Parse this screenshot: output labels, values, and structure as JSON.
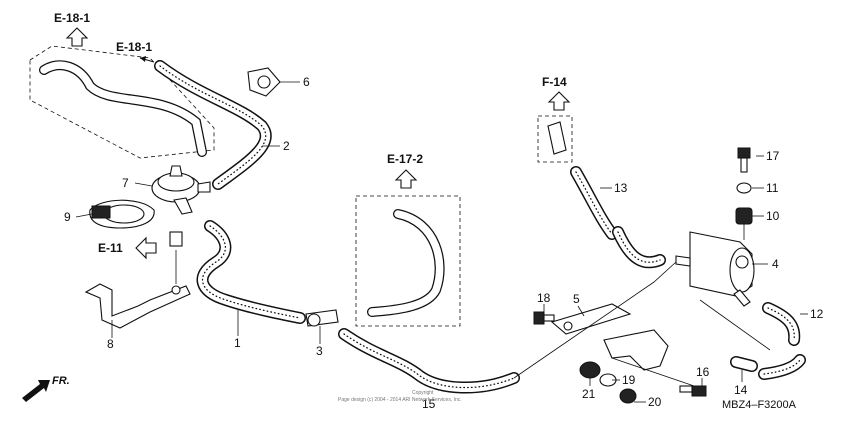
{
  "callouts": [
    {
      "id": "1",
      "label": "1"
    },
    {
      "id": "2",
      "label": "2"
    },
    {
      "id": "3",
      "label": "3"
    },
    {
      "id": "4",
      "label": "4"
    },
    {
      "id": "5",
      "label": "5"
    },
    {
      "id": "6",
      "label": "6"
    },
    {
      "id": "7",
      "label": "7"
    },
    {
      "id": "8",
      "label": "8"
    },
    {
      "id": "9",
      "label": "9"
    },
    {
      "id": "10",
      "label": "10"
    },
    {
      "id": "11",
      "label": "11"
    },
    {
      "id": "12",
      "label": "12"
    },
    {
      "id": "13",
      "label": "13"
    },
    {
      "id": "14",
      "label": "14"
    },
    {
      "id": "15",
      "label": "15"
    },
    {
      "id": "16",
      "label": "16"
    },
    {
      "id": "17",
      "label": "17"
    },
    {
      "id": "18",
      "label": "18"
    },
    {
      "id": "19",
      "label": "19"
    },
    {
      "id": "20",
      "label": "20"
    },
    {
      "id": "21",
      "label": "21"
    }
  ],
  "references": {
    "e18_top": "E-18-1",
    "e18_side": "E-18-1",
    "e17": "E-17-2",
    "f14": "F-14",
    "e11": "E-11"
  },
  "direction_label": "FR.",
  "diagram_code": "MBZ4–F3200A",
  "copyright": {
    "line1": "Copyright",
    "line2": "Page design (c) 2004 - 2014 ARI Network Services, Inc."
  }
}
